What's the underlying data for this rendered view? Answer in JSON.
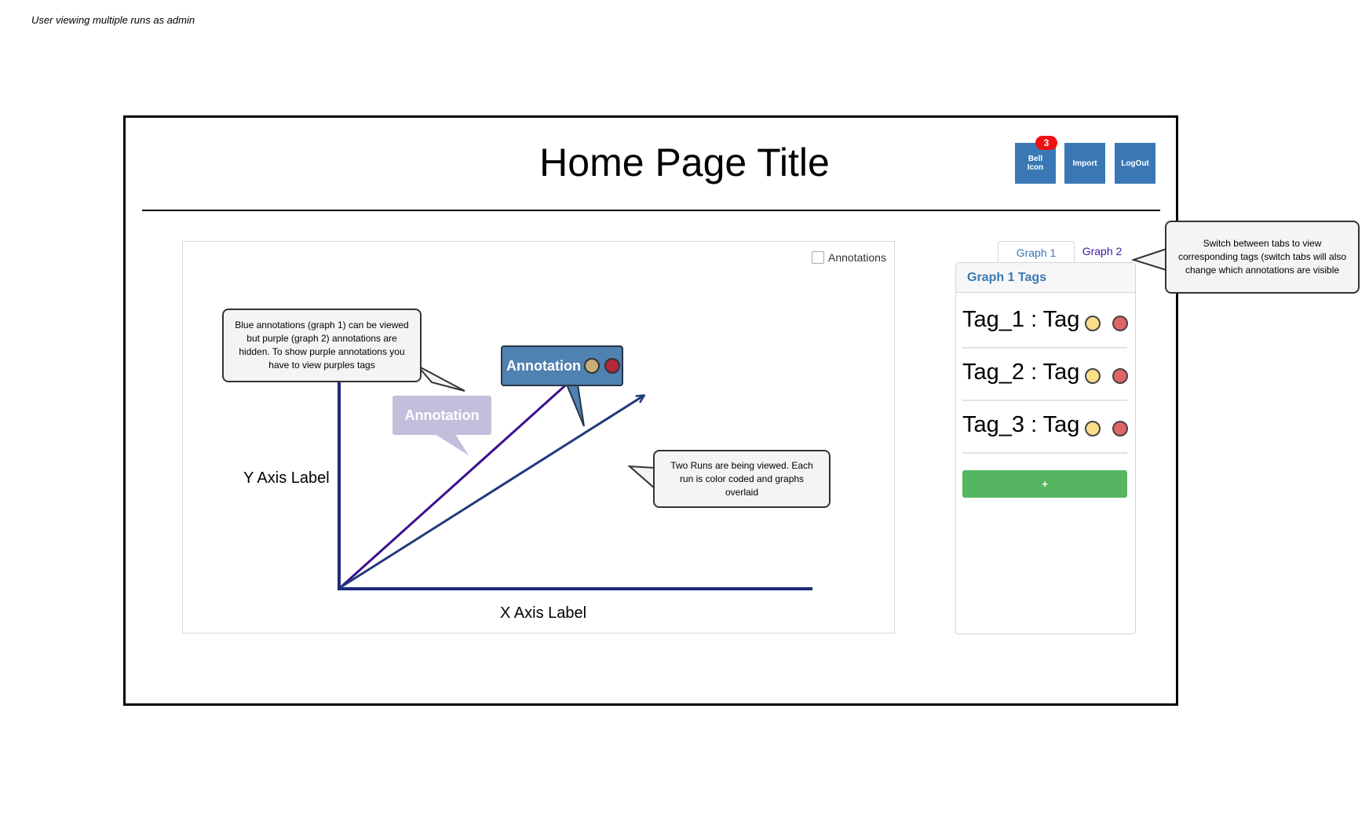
{
  "caption": "User viewing multiple runs as admin",
  "header": {
    "title": "Home Page Title",
    "bell_label": "Bell Icon",
    "notification_count": "3",
    "import_label": "Import",
    "logout_label": "LogOut"
  },
  "graph": {
    "annotations_toggle_label": "Annotations",
    "annotations_checked": false,
    "y_axis_label": "Y Axis Label",
    "x_axis_label": "X Axis Label",
    "annotation_purple_label": "Annotation",
    "annotation_blue_label": "Annotation"
  },
  "callouts": {
    "annotations_note": "Blue annotations (graph 1) can be viewed but purple (graph 2) annotations are hidden. To show purple annotations you have to view purples tags",
    "runs_note": "Two Runs are being viewed. Each run is color coded and graphs overlaid",
    "tabs_note": "Switch between tabs to view corresponding tags (switch tabs will also change which annotations are visible"
  },
  "sidebar": {
    "tabs": [
      {
        "label": "Graph 1",
        "active": true
      },
      {
        "label": "Graph 2",
        "active": false
      }
    ],
    "heading": "Graph 1 Tags",
    "tags": [
      {
        "label": "Tag_1 : Tag"
      },
      {
        "label": "Tag_2 : Tag"
      },
      {
        "label": "Tag_3 : Tag"
      }
    ],
    "add_label": "+"
  },
  "colors": {
    "button_blue": "#3a78b5",
    "run1_blue": "#233a7c",
    "run2_purple": "#3b108f",
    "add_green": "#56b560",
    "badge_red": "#ee1111"
  }
}
